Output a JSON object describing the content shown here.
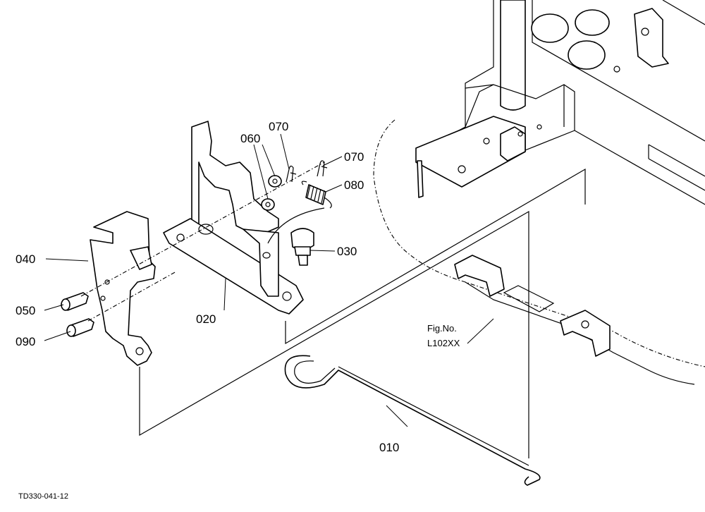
{
  "callouts": {
    "p010": "010",
    "p020": "020",
    "p030": "030",
    "p040": "040",
    "p050": "050",
    "p060": "060",
    "p070a": "070",
    "p070b": "070",
    "p080": "080",
    "p090": "090"
  },
  "figure_ref": {
    "line1": "Fig.No.",
    "line2": "L102XX"
  },
  "drawing_code": "TD330-041-12"
}
